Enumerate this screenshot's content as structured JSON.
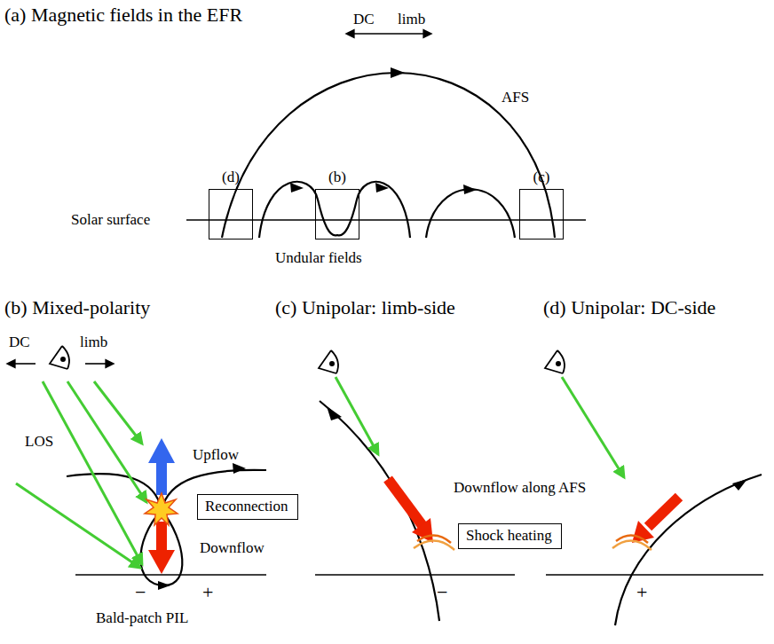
{
  "diagram": {
    "nodes": [
      {
        "text": [
          "(d)"
        ]
      },
      {
        "text": [
          "(b)"
        ]
      },
      {
        "text": [
          "(c)"
        ]
      },
      {
        "text": [
          "Reconnection"
        ]
      },
      {
        "text": [
          "Shock heating"
        ]
      }
    ],
    "labels": [
      "(a) Magnetic fields in the EFR",
      "DC",
      "limb",
      "AFS",
      "Solar surface",
      "Undular fields",
      "(b) Mixed-polarity",
      "(c) Unipolar: limb-side",
      "(d) Unipolar: DC-side",
      "DC",
      "limb",
      "LOS",
      "Upflow",
      "Downflow",
      "−",
      "+",
      "Bald-patch PIL",
      "Downflow along AFS",
      "−",
      "+"
    ]
  }
}
